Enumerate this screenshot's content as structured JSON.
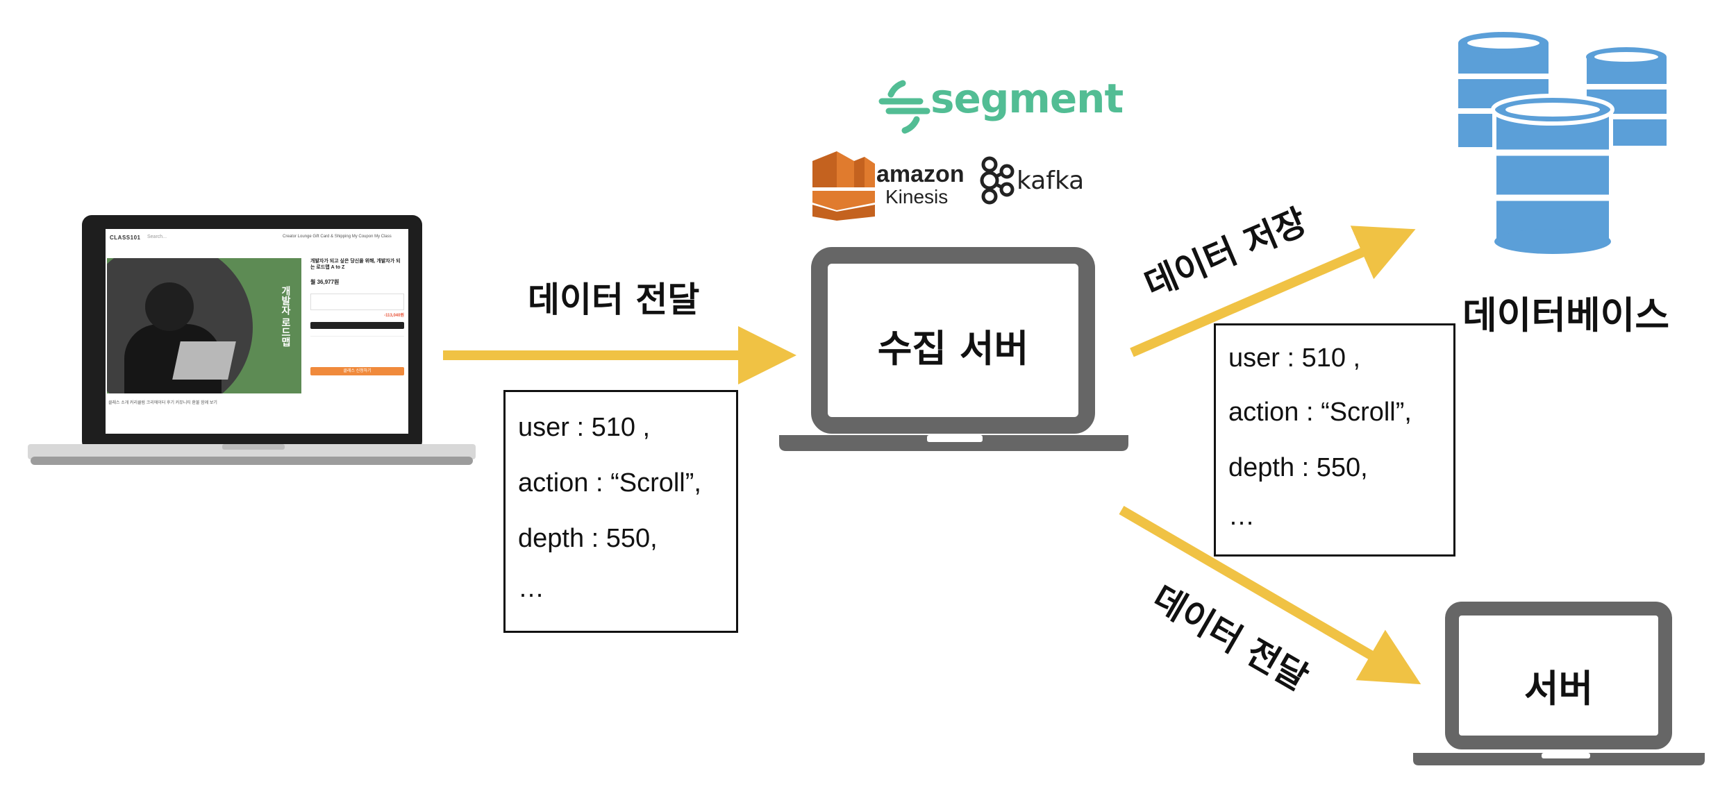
{
  "edges": {
    "client_to_collector": "데이터 전달",
    "collector_to_db": "데이터 저장",
    "collector_to_server": "데이터 전달"
  },
  "nodes": {
    "collector": "수집 서버",
    "database": "데이터베이스",
    "server": "서버"
  },
  "payloads": {
    "left": [
      "user : 510 ,",
      "action : “Scroll”,",
      "depth : 550,",
      "…"
    ],
    "right": [
      "user : 510 ,",
      "action : “Scroll”,",
      "depth : 550,",
      "…"
    ]
  },
  "logos": {
    "segment": "segment",
    "amazon": "amazon",
    "kinesis": "Kinesis",
    "kafka": "kafka"
  },
  "client_screen": {
    "brand": "CLASS101",
    "search_placeholder": "Search...",
    "nav_links": "Creator Lounge    Gift Card & Shipping    My Coupon    My Class",
    "hero_text": "개발자 로드맵",
    "course_title": "개발자가 되고 싶은 당신을 위해, 개발자가 되는 로드맵 A to Z",
    "price": "월 36,977원",
    "discount": "-113,040원",
    "cta": "클래스 신청하기",
    "tabs": "클래스 소개    커리큘럼    크리에이터    후기    커뮤니티    환불    함께 보기"
  },
  "colors": {
    "arrow": "#f0c244",
    "device": "#666666",
    "database": "#5b9fd8",
    "segment": "#52bd94",
    "kinesis": "#e07b2e"
  }
}
